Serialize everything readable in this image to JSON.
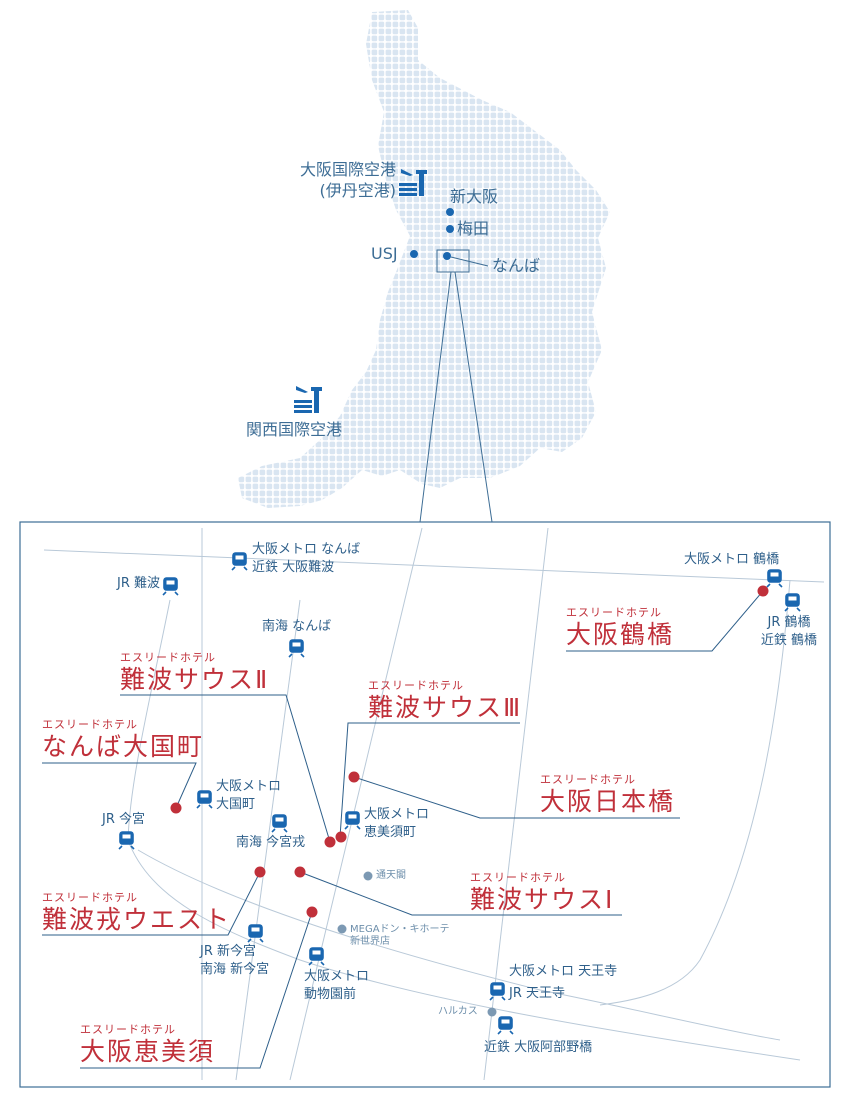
{
  "colors": {
    "hotel": "#c0303a",
    "station": "#1a67b0",
    "text": "#2e5f8a",
    "landmark": "#7c99b3",
    "map_fill": "#dce7f2"
  },
  "overview": {
    "itami_line1": "大阪国際空港",
    "itami_line2": "(伊丹空港)",
    "shin_osaka": "新大阪",
    "umeda": "梅田",
    "usj": "USJ",
    "namba": "なんば",
    "kansai": "関西国際空港",
    "airport_icon": "airport-icon"
  },
  "stations": {
    "osaka_metro_namba_1": "大阪メトロ なんば",
    "osaka_metro_namba_2": "近鉄 大阪難波",
    "jr_namba": "JR 難波",
    "nankai_namba": "南海 なんば",
    "tsuruhashi_metro": "大阪メトロ 鶴橋",
    "jr_tsuruhashi_1": "JR 鶴橋",
    "jr_tsuruhashi_2": "近鉄 鶴橋",
    "daikokucho_1": "大阪メトロ",
    "daikokucho_2": "大国町",
    "jr_imamiya": "JR 今宮",
    "nankai_imamiyaebisu": "南海 今宮戎",
    "ebisucho_1": "大阪メトロ",
    "ebisucho_2": "恵美須町",
    "shinimamiya_1": "JR 新今宮",
    "shinimamiya_2": "南海 新今宮",
    "dobutsuen_1": "大阪メトロ",
    "dobutsuen_2": "動物園前",
    "tennoji_1": "大阪メトロ 天王寺",
    "tennoji_2": "JR 天王寺",
    "abeno": "近鉄 大阪阿部野橋",
    "train_icon": "train-icon"
  },
  "landmarks": {
    "tsutenkaku": "通天閣",
    "mega_1": "MEGAドン・キホーテ",
    "mega_2": "新世界店",
    "harukas": "ハルカス"
  },
  "hotels": [
    {
      "sub": "エスリードホテル",
      "name": "大阪鶴橋"
    },
    {
      "sub": "エスリードホテル",
      "name": "難波サウスⅡ"
    },
    {
      "sub": "エスリードホテル",
      "name": "難波サウスⅢ"
    },
    {
      "sub": "エスリードホテル",
      "name": "なんば大国町"
    },
    {
      "sub": "エスリードホテル",
      "name": "大阪日本橋"
    },
    {
      "sub": "エスリードホテル",
      "name": "難波サウスⅠ"
    },
    {
      "sub": "エスリードホテル",
      "name": "難波戎ウエスト"
    },
    {
      "sub": "エスリードホテル",
      "name": "大阪恵美須"
    }
  ]
}
